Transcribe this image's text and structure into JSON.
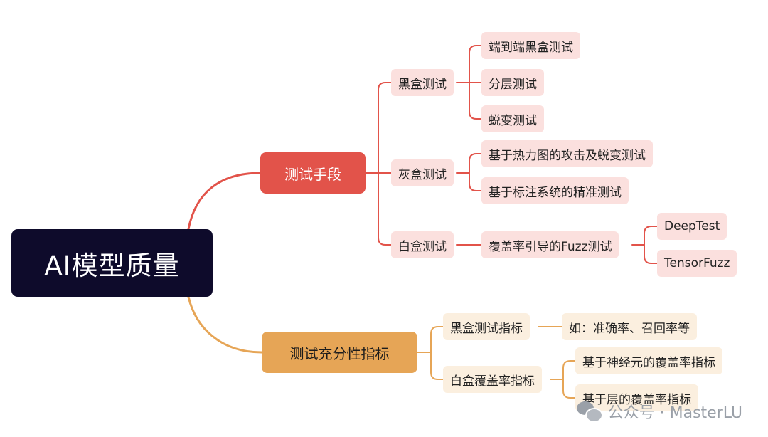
{
  "root": {
    "label": "AI模型质量"
  },
  "branches": [
    {
      "label": "测试手段",
      "color": "#e2534a",
      "children": [
        {
          "label": "黑盒测试",
          "children": [
            {
              "label": "端到端黑盒测试"
            },
            {
              "label": "分层测试"
            },
            {
              "label": "蜕变测试"
            }
          ]
        },
        {
          "label": "灰盒测试",
          "children": [
            {
              "label": "基于热力图的攻击及蜕变测试"
            },
            {
              "label": "基于标注系统的精准测试"
            }
          ]
        },
        {
          "label": "白盒测试",
          "children": [
            {
              "label": "覆盖率引导的Fuzz测试",
              "children": [
                {
                  "label": "DeepTest"
                },
                {
                  "label": "TensorFuzz"
                }
              ]
            }
          ]
        }
      ]
    },
    {
      "label": "测试充分性指标",
      "color": "#e6a556",
      "children": [
        {
          "label": "黑盒测试指标",
          "children": [
            {
              "label": "如：准确率、召回率等"
            }
          ]
        },
        {
          "label": "白盒覆盖率指标",
          "children": [
            {
              "label": "基于神经元的覆盖率指标"
            },
            {
              "label": "基于层的覆盖率指标"
            }
          ]
        }
      ]
    }
  ],
  "watermark": {
    "icon": "wechat-icon",
    "text": "公众号 · MasterLU"
  }
}
